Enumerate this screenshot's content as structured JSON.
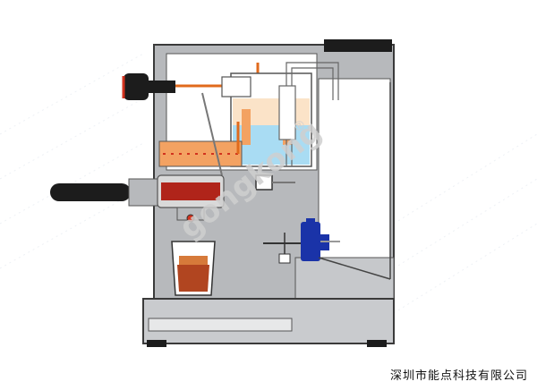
{
  "diagram": {
    "subject": "espresso machine cross-section",
    "components": [
      "steam-knob",
      "boiler",
      "heating-element",
      "water-tank",
      "portafilter",
      "brew-group",
      "coffee-cup",
      "pump",
      "drip-tray"
    ]
  },
  "colors": {
    "machine_gray": "#b7b9bc",
    "machine_outline": "#3a3a3a",
    "water_blue": "#a9dcf3",
    "coffee_orange": "#f3a262",
    "heating_red": "#d2321e",
    "pump_blue": "#1a33a8",
    "handle_black": "#1c1c1c"
  },
  "watermark": {
    "text": "gongkong",
    "mark": "®",
    "color": "#cfcfcf"
  },
  "caption": "深圳市能点科技有限公司"
}
